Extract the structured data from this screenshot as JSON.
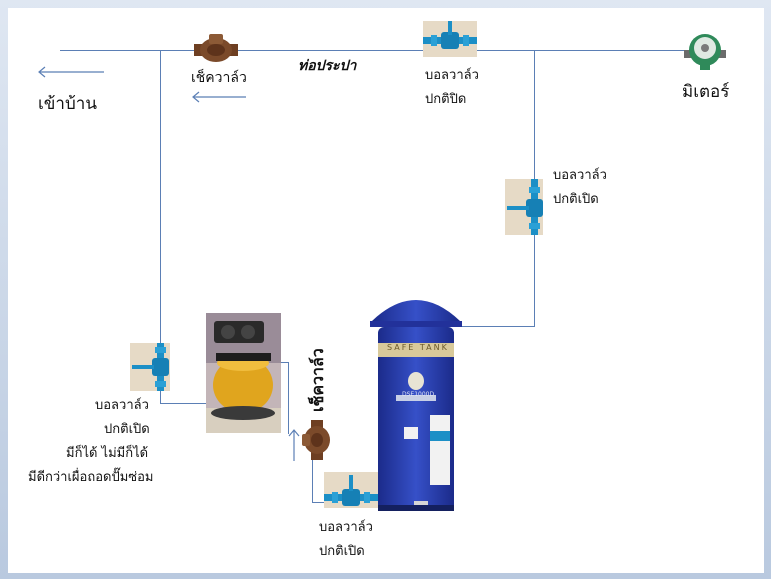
{
  "labels": {
    "house": "เข้าบ้าน",
    "check_valve": "เช็ควาล์ว",
    "main_pipe": "ท่อประปา",
    "meter": "มิเตอร์",
    "valve_top": [
      "บอลวาล์ว",
      "ปกติปิด"
    ],
    "valve_right": [
      "บอลวาล์ว",
      "ปกติเปิด"
    ],
    "valve_left": [
      "บอลวาล์ว",
      "ปกติเปิด",
      "มีก็ได้ ไม่มีก็ได้",
      "มีดีกว่าเผื่อถอดปั๊มซ่อม"
    ],
    "valve_bottom": [
      "บอลวาล์ว",
      "ปกติเปิด"
    ],
    "check_valve_vertical": "เช็ควาล์ว"
  },
  "tank": {
    "color": "#2438a8",
    "brand": "SAFE TANK",
    "model": "DSE1000D"
  },
  "pump": {
    "color": "#e0a51e"
  },
  "colors": {
    "pipe": "#5b7fb5",
    "valve_handle": "#1c8fc6",
    "check_valve": "#7b4a2a",
    "meter": "#2f8a5a"
  }
}
